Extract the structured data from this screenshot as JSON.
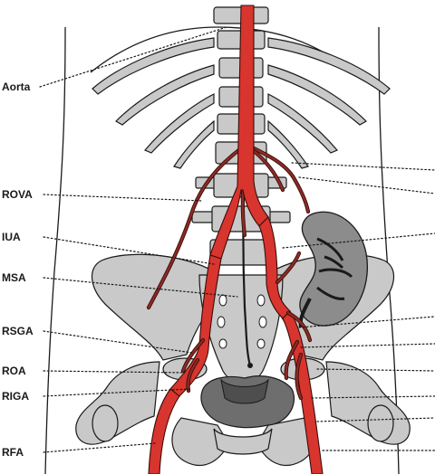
{
  "diagram": {
    "labels": {
      "aorta": "Aorta",
      "rova": "ROVA",
      "iua": "IUA",
      "msa": "MSA",
      "rsga": "RSGA",
      "roa": "ROA",
      "riga": "RIGA",
      "rfa": "RFA"
    },
    "colors": {
      "artery": "#d8352e",
      "artery_outline": "#3a0d0b",
      "small_artery": "#8b2b24",
      "bone": "#c9c9c9",
      "kidney": "#8c8c8c",
      "bladder": "#6e6e6e",
      "background": "#ffffff"
    }
  }
}
